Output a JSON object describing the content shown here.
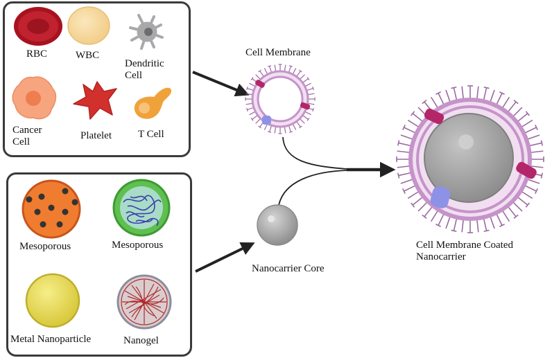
{
  "cell_sources": {
    "rbc": "RBC",
    "wbc": "WBC",
    "dendritic": "Dendritic\nCell",
    "cancer": "Cancer\nCell",
    "platelet": "Platelet",
    "tcell": "T Cell"
  },
  "nanocarrier_types": {
    "mesoporous_1": "Mesoporous",
    "mesoporous_2": "Mesoporous",
    "metal": "Metal Nanoparticle",
    "nanogel": "Nanogel"
  },
  "labels": {
    "cell_membrane": "Cell Membrane",
    "nanocarrier_core": "Nanocarrier Core",
    "coated": "Cell Membrane Coated\nNanocarrier"
  },
  "colors": {
    "rbc": "#c0222f",
    "wbc": "#f5d79a",
    "dendritic": "#a9a9ab",
    "cancer": "#f6a57f",
    "platelet": "#d2302c",
    "tcell": "#f0a23a",
    "mesoporous_orange": "#f07c30",
    "mesoporous_green": "#5fbf4f",
    "metal": "#e9dc4a",
    "nanogel": "#b02a2a",
    "membrane": "#c593c9",
    "protein_magenta": "#b4266a",
    "protein_blue": "#8e92e6",
    "core": "#a8a8a8",
    "arrow": "#222222"
  }
}
